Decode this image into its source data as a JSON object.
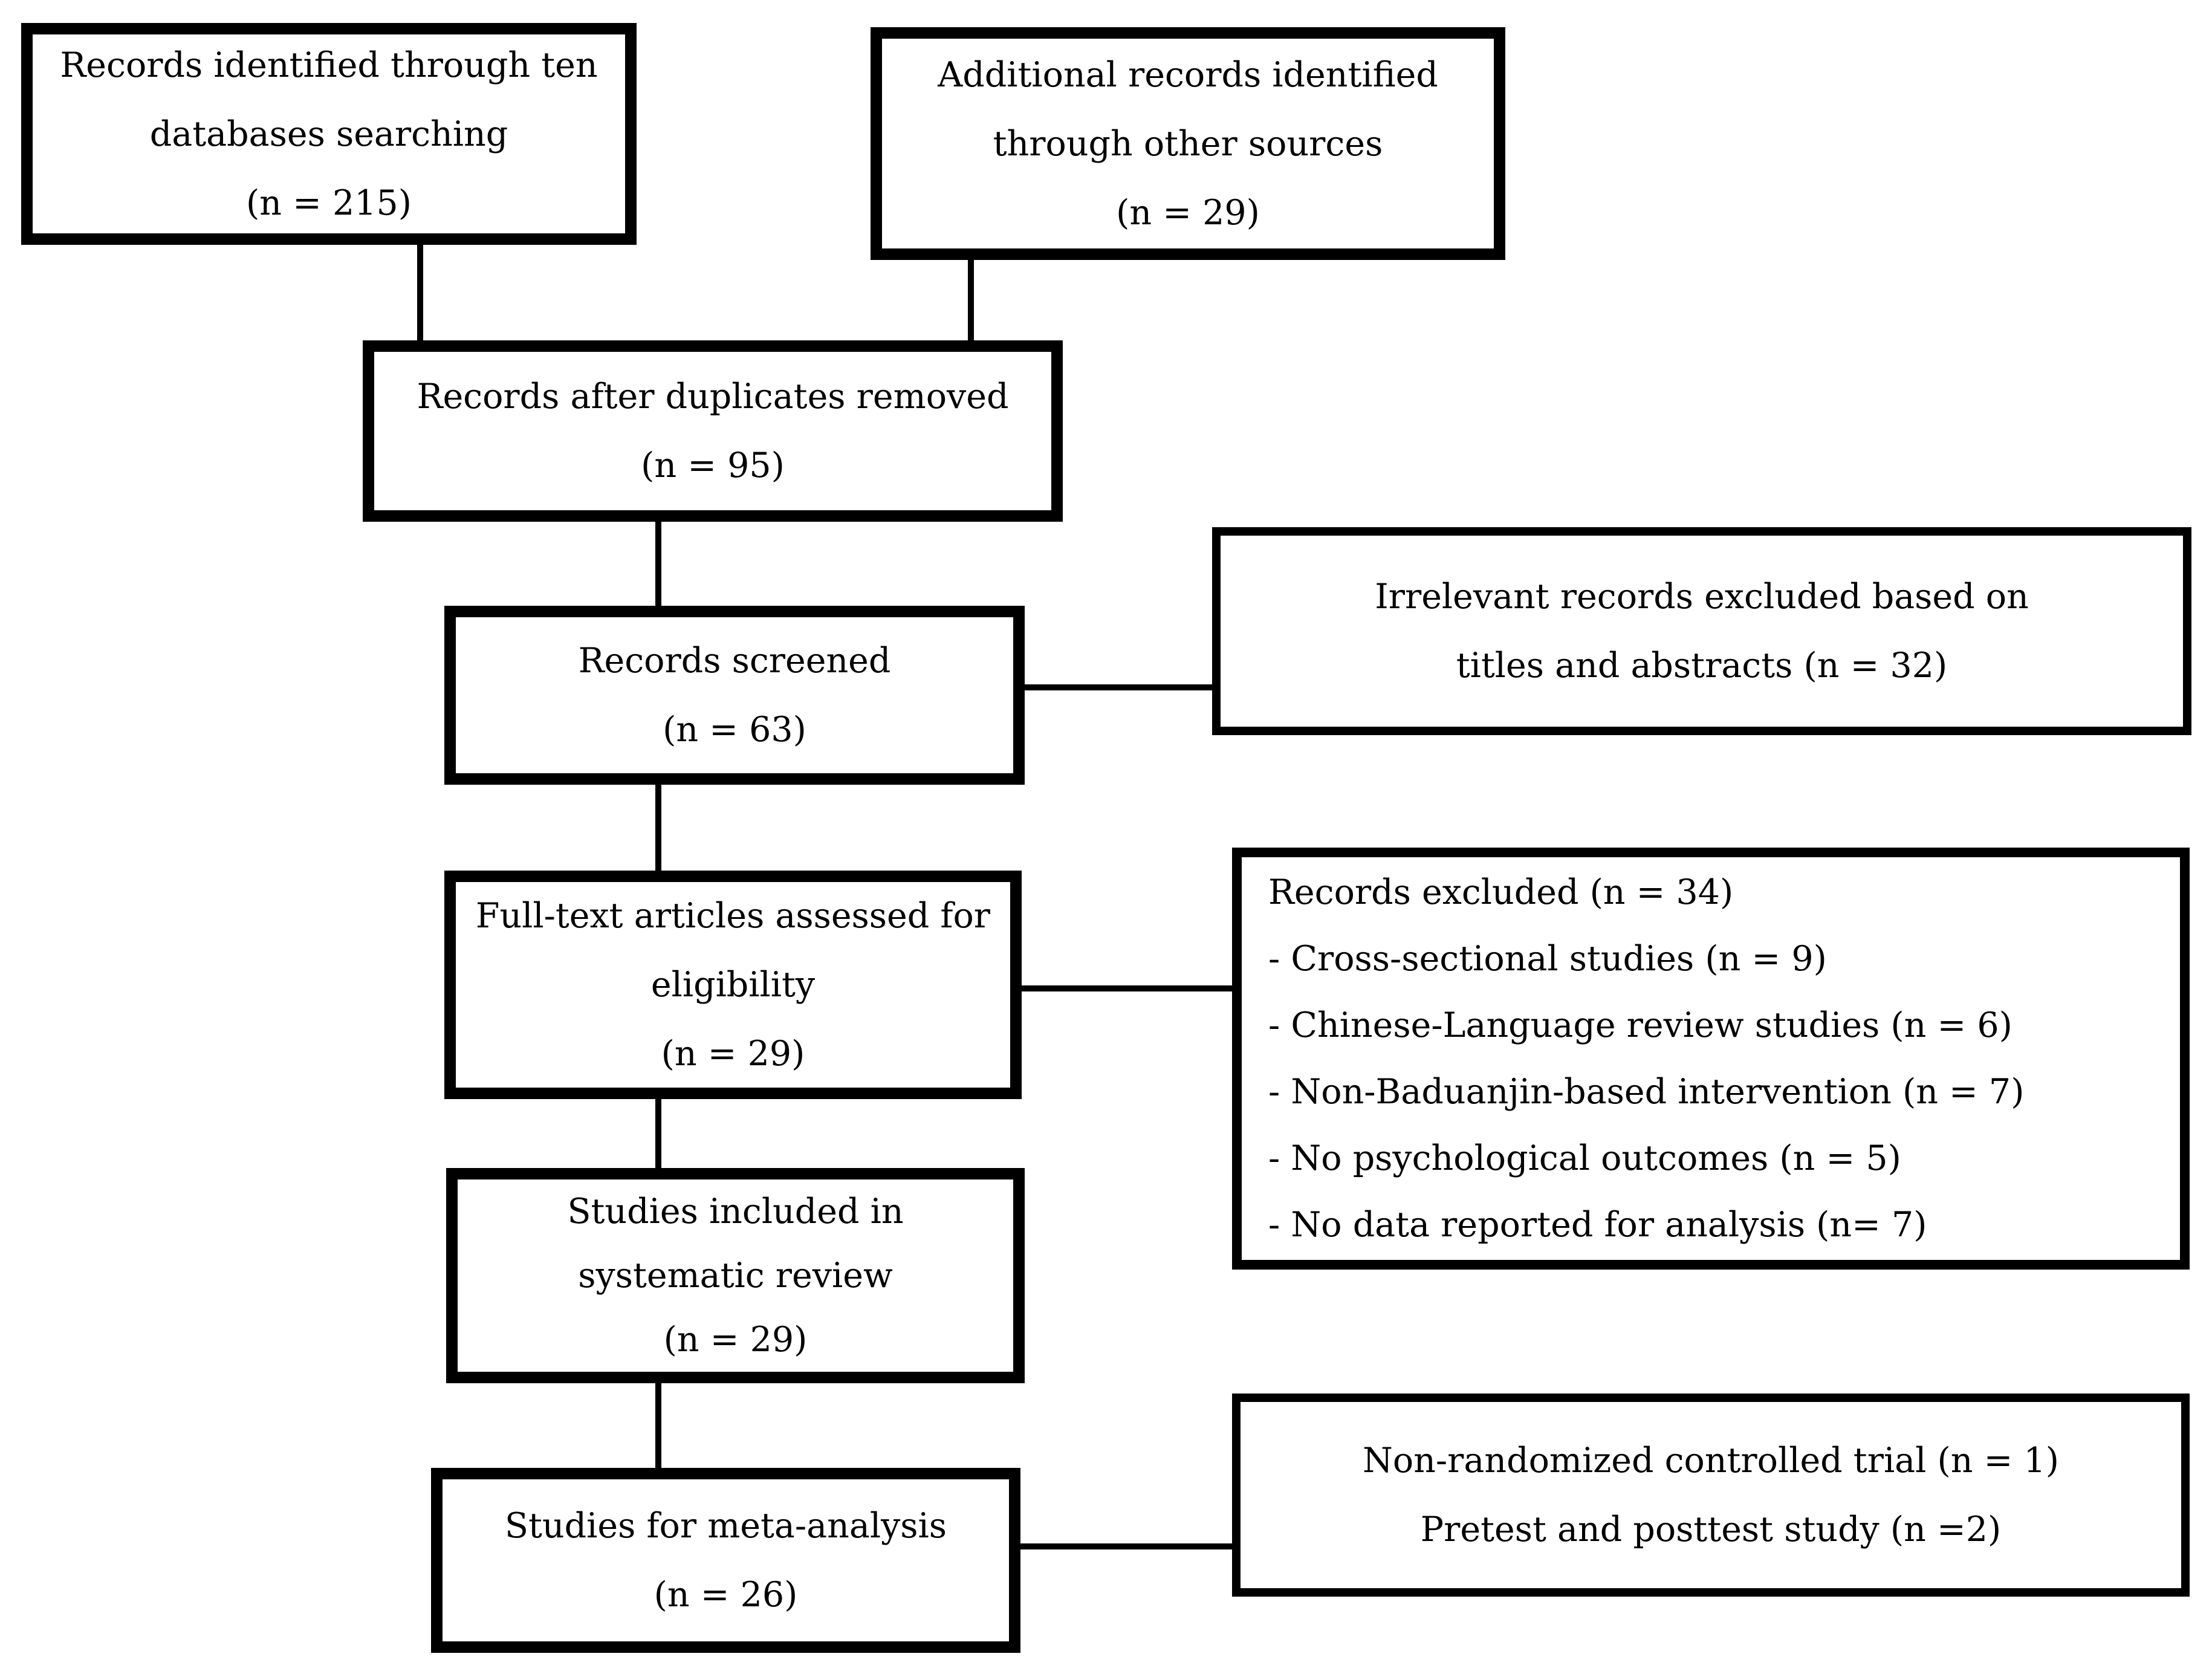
{
  "boxes": {
    "identified_databases": {
      "lines": [
        "Records identified through ten",
        "databases searching",
        "(n = 215)"
      ]
    },
    "identified_other": {
      "lines": [
        "Additional records identified",
        "through other sources",
        "(n = 29)"
      ]
    },
    "after_duplicates": {
      "lines": [
        "Records after duplicates removed",
        "(n = 95)"
      ]
    },
    "screened": {
      "lines": [
        "Records screened",
        "(n = 63)"
      ]
    },
    "irrelevant_excluded": {
      "lines": [
        "Irrelevant records excluded based on",
        "titles and abstracts (n = 32)"
      ]
    },
    "fulltext_assessed": {
      "lines": [
        "Full-text articles assessed for",
        "eligibility",
        "(n = 29)"
      ]
    },
    "records_excluded": {
      "lines": [
        "Records excluded (n = 34)",
        "- Cross-sectional studies (n = 9)",
        "- Chinese-Language review studies (n = 6)",
        "- Non-Baduanjin-based intervention (n = 7)",
        "- No psychological outcomes (n = 5)",
        "- No data reported for analysis (n= 7)"
      ]
    },
    "systematic_review": {
      "lines": [
        "Studies included in",
        "systematic review",
        "(n = 29)"
      ]
    },
    "meta_analysis": {
      "lines": [
        "Studies for meta-analysis",
        "(n = 26)"
      ]
    },
    "non_randomized": {
      "lines": [
        "Non-randomized controlled trial (n = 1)",
        "Pretest and posttest study (n =2)"
      ]
    }
  },
  "colors": {
    "background": "#ffffff",
    "box_fill": "#ffffff",
    "box_border": "#000000",
    "connector": "#000000",
    "text": "#000000"
  }
}
